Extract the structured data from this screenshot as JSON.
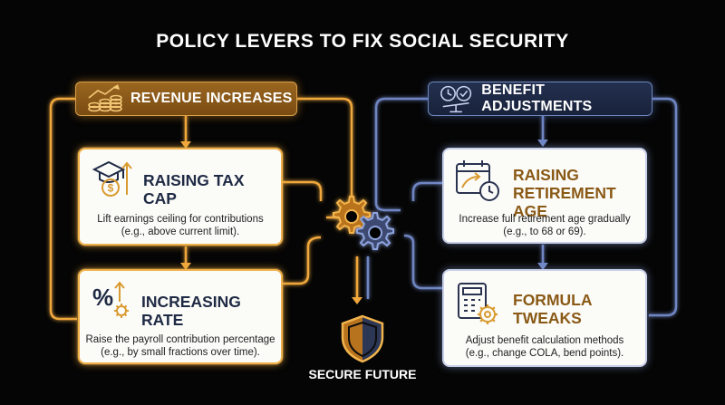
{
  "title": "POLICY LEVERS TO FIX SOCIAL SECURITY",
  "revenue": {
    "header": "REVENUE INCREASES",
    "header_icon": "chart-coins-icon",
    "cards": [
      {
        "title": "RAISING TAX CAP",
        "icon": "graduation-cap-dollar-icon",
        "desc_line1": "Lift earnings ceiling for contributions",
        "desc_line2": "(e.g., above current limit)."
      },
      {
        "title": "INCREASING RATE",
        "icon": "percent-gear-icon",
        "desc_line1": "Raise the payroll contribution percentage",
        "desc_line2": "(e.g., by small fractions over time)."
      }
    ]
  },
  "benefits": {
    "header": "BENEFIT ADJUSTMENTS",
    "header_icon": "clock-scale-icon",
    "cards": [
      {
        "title_line1": "RAISING",
        "title_line2": "RETIREMENT AGE",
        "icon": "calendar-clock-icon",
        "desc_line1": "Increase full retirement age gradually",
        "desc_line2": "(e.g., to 68 or 69)."
      },
      {
        "title_line1": "FORMULA",
        "title_line2": "TWEAKS",
        "icon": "calculator-gear-icon",
        "desc_line1": "Adjust benefit calculation methods",
        "desc_line2": "(e.g., change COLA, bend points)."
      }
    ]
  },
  "center": {
    "gears_icon": "interlocking-gears-icon",
    "shield_icon": "shield-icon",
    "label": "SECURE FUTURE"
  },
  "colors": {
    "gold": "#f0b14a",
    "blue": "#7f95cc",
    "background": "#050505"
  }
}
